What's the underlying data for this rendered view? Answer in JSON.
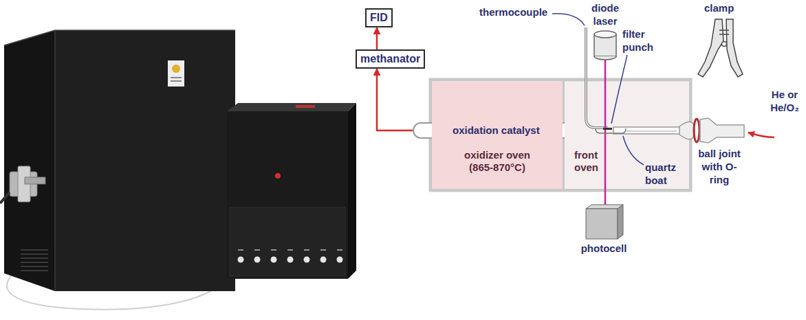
{
  "diagram": {
    "nodes": [
      {
        "text": [
          "FID"
        ]
      },
      {
        "text": [
          "methanator"
        ]
      },
      {
        "text": [
          "oxidation catalyst"
        ]
      },
      {
        "text": [
          "oxidizer oven (865-870°C)"
        ]
      },
      {
        "text": [
          "front oven"
        ]
      }
    ],
    "edges": [
      {
        "from": 2,
        "to": 1,
        "arrow": "to"
      },
      {
        "from": 1,
        "to": 0,
        "arrow": "to"
      }
    ],
    "labels": [
      "thermocouple",
      "diode laser",
      "filter punch",
      "clamp",
      "He or He/O₂",
      "ball joint with O-ring",
      "quartz boat",
      "photocell"
    ]
  }
}
